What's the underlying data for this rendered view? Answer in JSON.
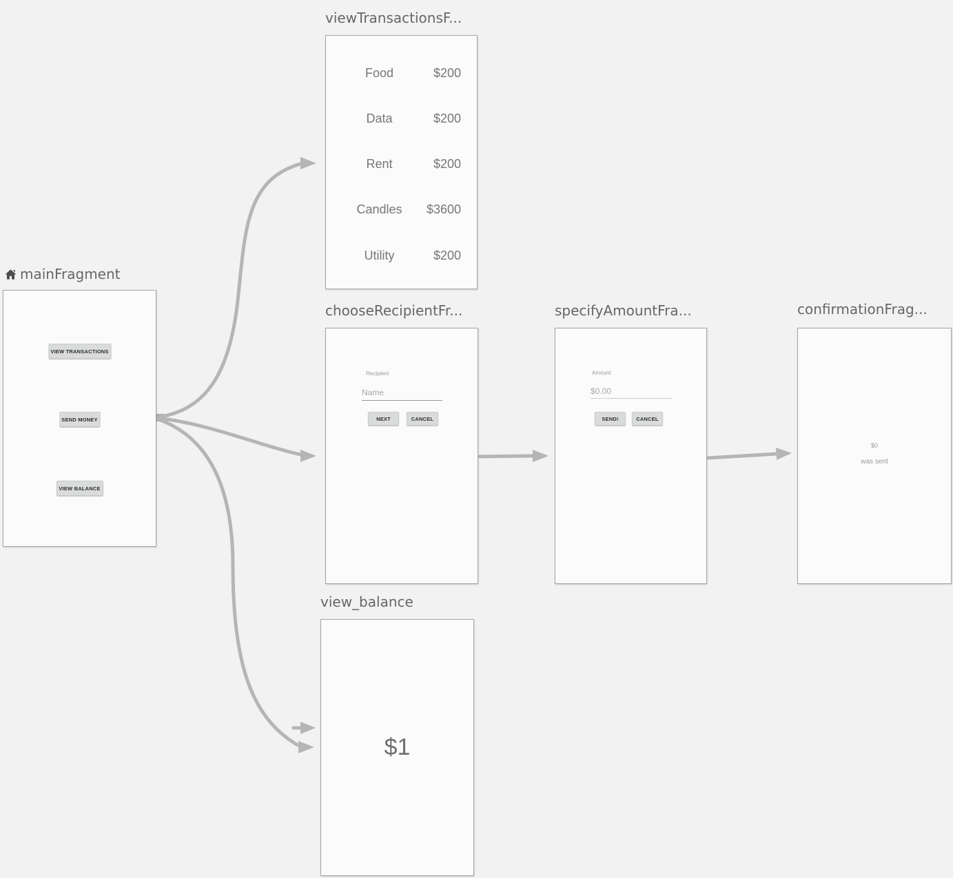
{
  "colors": {
    "background": "#f2f2f2",
    "card_background": "#fbfbfb",
    "card_border": "#a6a6a6",
    "arrow": "#b5b5b5",
    "title_text": "#666666",
    "content_text": "#767676",
    "hint_text": "#a8a8a8",
    "button_background": "#dadcdb",
    "button_text": "#2b2b2b"
  },
  "icons": {
    "home": "home-icon"
  },
  "fragments": {
    "main": {
      "title": "mainFragment",
      "view_transactions_button": "VIEW TRANSACTIONS",
      "send_money_button": "SEND MONEY",
      "view_balance_button": "VIEW BALANCE"
    },
    "view_transactions": {
      "title": "viewTransactionsF...",
      "rows": [
        {
          "label": "Food",
          "amount": "$200"
        },
        {
          "label": "Data",
          "amount": "$200"
        },
        {
          "label": "Rent",
          "amount": "$200"
        },
        {
          "label": "Candles",
          "amount": "$3600"
        },
        {
          "label": "Utility",
          "amount": "$200"
        }
      ]
    },
    "choose_recipient": {
      "title": "chooseRecipientFr...",
      "field_label": "Recipient",
      "field_placeholder": "Name",
      "next_button": "NEXT",
      "cancel_button": "CANCEL"
    },
    "specify_amount": {
      "title": "specifyAmountFra...",
      "field_label": "Amount",
      "field_placeholder": "$0.00",
      "send_button": "SEND!",
      "cancel_button": "CANCEL"
    },
    "confirmation": {
      "title": "confirmationFrag...",
      "amount": "$0",
      "message": "was sent"
    },
    "view_balance": {
      "title": "view_balance",
      "balance": "$1"
    }
  }
}
